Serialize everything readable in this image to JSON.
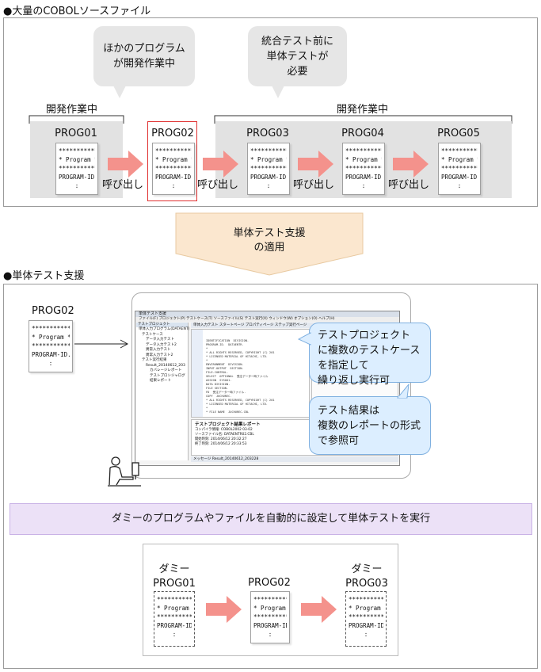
{
  "section1": {
    "heading": "●大量のCOBOLソースファイル",
    "bubble_left": [
      "ほかのプログラム",
      "が開発作業中"
    ],
    "bubble_right": [
      "統合テスト前に",
      "単体テストが",
      "必要"
    ],
    "dev_label_left": "開発作業中",
    "dev_label_right": "開発作業中",
    "programs": [
      "PROG01",
      "PROG02",
      "PROG03",
      "PROG04",
      "PROG05"
    ],
    "call_label": "呼び出し"
  },
  "doc_lines": [
    "************",
    "* Program *",
    "************",
    "PROGRAM-ID.",
    ":"
  ],
  "transition": {
    "line1": "単体テスト支援",
    "line2": "の適用"
  },
  "section2": {
    "heading": "●単体テスト支援",
    "prog_label": "PROG02",
    "callout1": [
      "テストプロジェクト",
      "に複数のテストケース",
      "を指定して",
      "繰り返し実行可"
    ],
    "callout2": [
      "テスト結果は",
      "複数のレポートの形式",
      "で参照可"
    ],
    "banner": "ダミーのプログラムやファイルを自動的に設定して単体テストを実行",
    "bottom": {
      "left_label": [
        "ダミー",
        "PROG01"
      ],
      "center_label": "PROG02",
      "right_label": [
        "ダミー",
        "PROG03"
      ]
    },
    "app": {
      "title": "単体テスト支援",
      "menu": "ファイル(F)  プロジェクト(P)  テストケース(T)  ソースファイル(S)  テスト実行(X)  ウィンドウ(W)  オプション(O)  ヘルプ(H)",
      "tree_title": "テストプロジェクト",
      "tree_items": [
        "単体入力プログラム(DATAENT)",
        "テストケース",
        "データ入力テスト",
        "データ入力テスト2",
        "異常入力テスト",
        "異常入力テスト2",
        "テスト実行結果",
        "Result_20140612_203",
        "カバレージレポート",
        "テストプロシジャログ",
        "結果レポート"
      ],
      "tabs": "単体入力テスト   スタートページ   プロパティページ   ステップ実行ページ",
      "code_lines": [
        "IDENTIFICATION  DIVISION.",
        "PROGRAM-ID.  DATAENTR.",
        "*",
        "* ALL RIGHTS RESERVED, COPYRIGHT (C) 201",
        "* LICENSED MATERIAL OF HITACHI, LTD.",
        "*",
        "ENVIRONMENT  DIVISION.",
        "INPUT-OUTPUT  SECTION.",
        "FILE-CONTROL.",
        "SELECT  OPTIONAL  受注データー時ファイル",
        "ASSIGN  SYSOO1.",
        "",
        "DATA DIVISION.",
        "FILE SECTION.",
        "FD  受注データー時ファイル.",
        "COPY  JUCHUREC.",
        "",
        "* ALL RIGHTS RESERVED, COPYRIGHT (C) 201",
        "* LICENSED MATERIAL OF HITACHI, LTD.",
        "*",
        "* FILE NAME  JUCHUREC.CBL"
      ],
      "report_title": "テストプロジェクト結果レポート",
      "report_rows": [
        "コンパイラ情報:   COBOL2002 03-02",
        "ソースファイル名:   DATAENTR02.CBL",
        "開始時刻:   2014/06/12 20:32:27",
        "終了時刻:   2014/06/12 20:33:53"
      ],
      "bottom_tabs": "メッセージ   Result_20140612_203228"
    },
    "colors": {
      "arrow": "#f4928c",
      "highlight_border": "#e03030",
      "callout_fill": "#dceeff",
      "banner_fill": "#ece1f7",
      "transition_fill": "#fbe7cf"
    }
  }
}
